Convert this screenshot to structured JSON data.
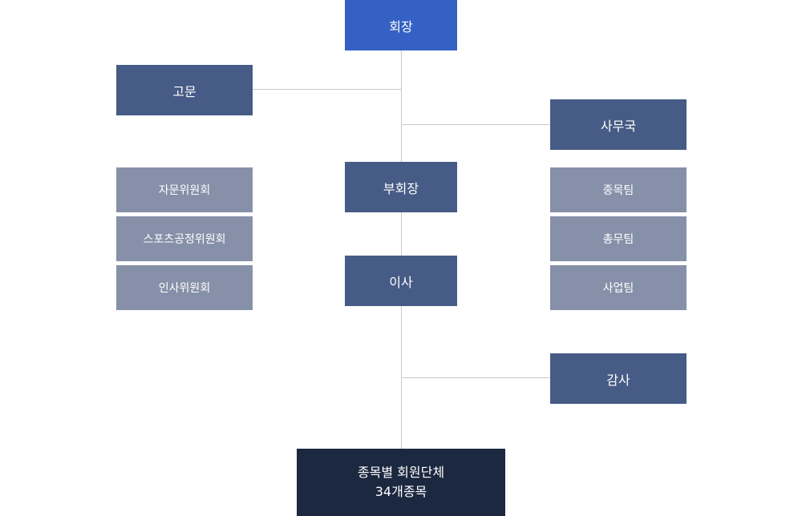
{
  "chart": {
    "president": "회장",
    "advisor": "고문",
    "secretariat": "사무국",
    "vice_president": "부회장",
    "director": "이사",
    "auditor": "감사",
    "committees": [
      "자문위원회",
      "스포츠공정위원회",
      "인사위원회"
    ],
    "teams": [
      "종목팀",
      "총무팀",
      "사업팀"
    ],
    "members_line1": "종목별 회원단체",
    "members_line2": "34개종목"
  },
  "colors": {
    "president": "#3561c4",
    "primary_box": "#465b85",
    "secondary_box": "#8690a8",
    "members_box": "#1c2840",
    "connector": "#c8c8c8"
  }
}
